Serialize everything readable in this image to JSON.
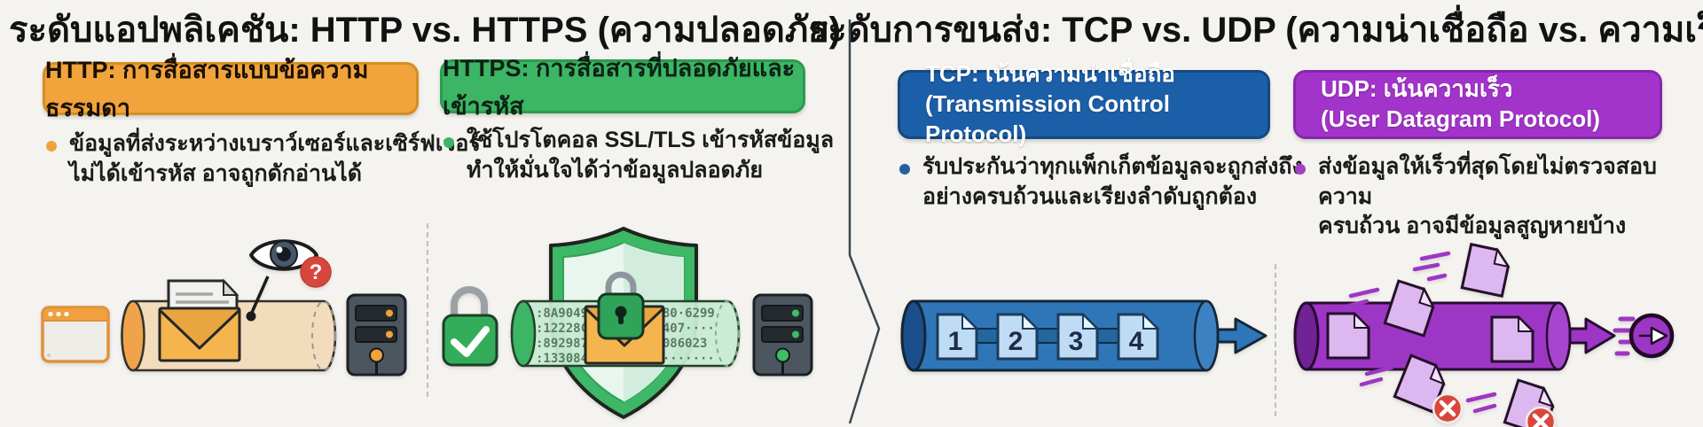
{
  "left_panel": {
    "title": "ระดับแอปพลิเคชัน: HTTP vs. HTTPS (ความปลอดภัย)",
    "http": {
      "badge_label": "HTTP: การสื่อสารแบบข้อความธรรมดา",
      "bullet_line1": "ข้อมูลที่ส่งระหว่างเบราว์เซอร์และเซิร์ฟเวอร์",
      "bullet_line2": "ไม่ได้เข้ารหัส อาจถูกดักอ่านได้"
    },
    "https": {
      "badge_label": "HTTPS: การสื่อสารที่ปลอดภัยและเข้ารหัส",
      "bullet_line1": "ใช้โปรโตคอล SSL/TLS เข้ารหัสข้อมูล",
      "bullet_line2": "ทำให้มั่นใจได้ว่าข้อมูลปลอดภัย"
    }
  },
  "right_panel": {
    "title": "ระดับการขนส่ง: TCP vs. UDP (ความน่าเชื่อถือ vs. ความเร็ว)",
    "tcp": {
      "badge_line1": "TCP: เน้นความน่าเชื่อถือ",
      "badge_line2": "(Transmission Control Protocol)",
      "bullet_line1": "รับประกันว่าทุกแพ็กเก็ตข้อมูลจะถูกส่งถึง",
      "bullet_line2": "อย่างครบถ้วนและเรียงลำดับถูกต้อง",
      "packet_numbers": [
        "1",
        "2",
        "3",
        "4"
      ]
    },
    "udp": {
      "badge_line1": "UDP: เน้นความเร็ว",
      "badge_line2": "(User Datagram Protocol)",
      "bullet_line1": "ส่งข้อมูลให้เร็วที่สุดโดยไม่ตรวจสอบความ",
      "bullet_line2": "ครบถ้วน อาจมีข้อมูลสูญหายบ้าง"
    }
  },
  "https_cipher": {
    "left_lines": [
      ":8A90495",
      ":12228C",
      ":8929879",
      ":1330840"
    ],
    "right_lines": [
      "5380·6299",
      "30407····",
      "··086023",
      "·········"
    ]
  },
  "question_mark": "?",
  "icons": {
    "http_illustration": [
      "browser-window-icon",
      "plain-text-pipe-icon",
      "open-envelope-letter-icon",
      "eavesdropper-eye-icon",
      "question-mark-badge-icon",
      "server-icon"
    ],
    "https_illustration": [
      "verified-padlock-icon",
      "shield-icon",
      "encrypted-pipe-icon",
      "sealed-envelope-padlock-icon",
      "server-icon"
    ],
    "tcp_illustration": [
      "ordered-packet-pipe-icon",
      "arrow-right-icon"
    ],
    "udp_illustration": [
      "scattered-packet-pipe-icon",
      "arrow-right-icon",
      "speed-arrow-circle-icon",
      "lost-packet-x-icon"
    ]
  },
  "colors": {
    "background": "#f4f3ef",
    "http_accent": "#F1A33C",
    "https_accent": "#3CB565",
    "tcp_accent": "#1C5FA9",
    "udp_accent": "#A334CB",
    "alert_red": "#D8473E",
    "text_dark": "#171717",
    "badge_text_light": "#FFFFFF"
  }
}
